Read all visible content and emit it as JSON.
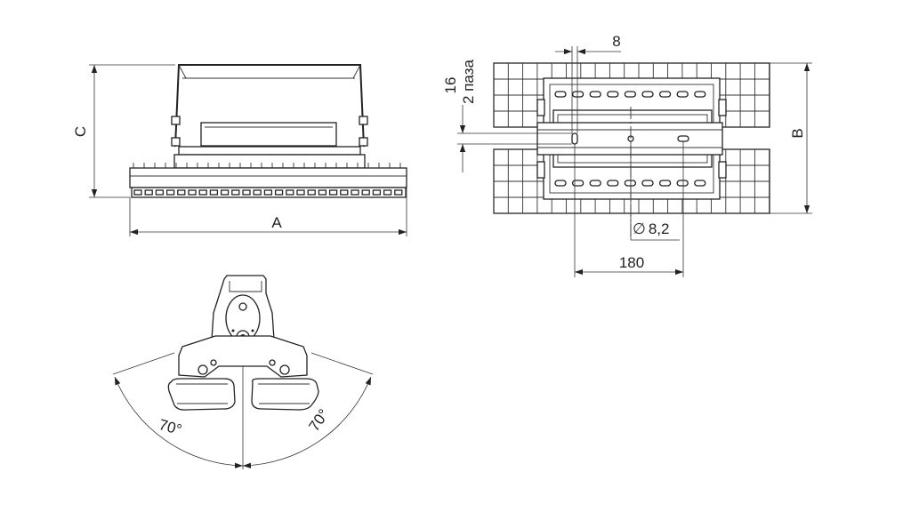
{
  "dimensions": {
    "width_a": "A",
    "height_c": "C",
    "depth_b": "B",
    "slot_width": "8",
    "slot_pitch": "16",
    "slot_count": "2 паза",
    "hole_diameter": "8,2",
    "mount_spacing": "180",
    "tilt_left": "70°",
    "tilt_right": "70°"
  },
  "symbols": {
    "diameter": "∅"
  },
  "colors": {
    "line": "#222222",
    "background": "#ffffff"
  }
}
